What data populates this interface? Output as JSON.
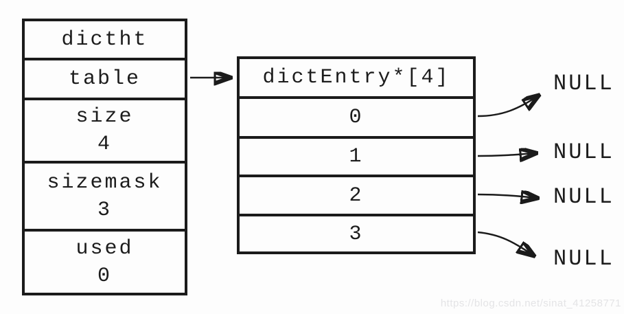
{
  "page": {
    "background": "#fdfdfd",
    "ink_color": "#1b1b1b",
    "watermark": "https://blog.csdn.net/sinat_41258771"
  },
  "dictht_box": {
    "title": "dictht",
    "rows": [
      {
        "label": "table"
      },
      {
        "label": "size",
        "value": "4"
      },
      {
        "label": "sizemask",
        "value": "3"
      },
      {
        "label": "used",
        "value": "0"
      }
    ]
  },
  "entry_box": {
    "title": "dictEntry*[4]",
    "slots": [
      "0",
      "1",
      "2",
      "3"
    ]
  },
  "pointers": {
    "table_to_entry": "arrow from table field to dictEntry array",
    "nulls": [
      "NULL",
      "NULL",
      "NULL",
      "NULL"
    ]
  }
}
